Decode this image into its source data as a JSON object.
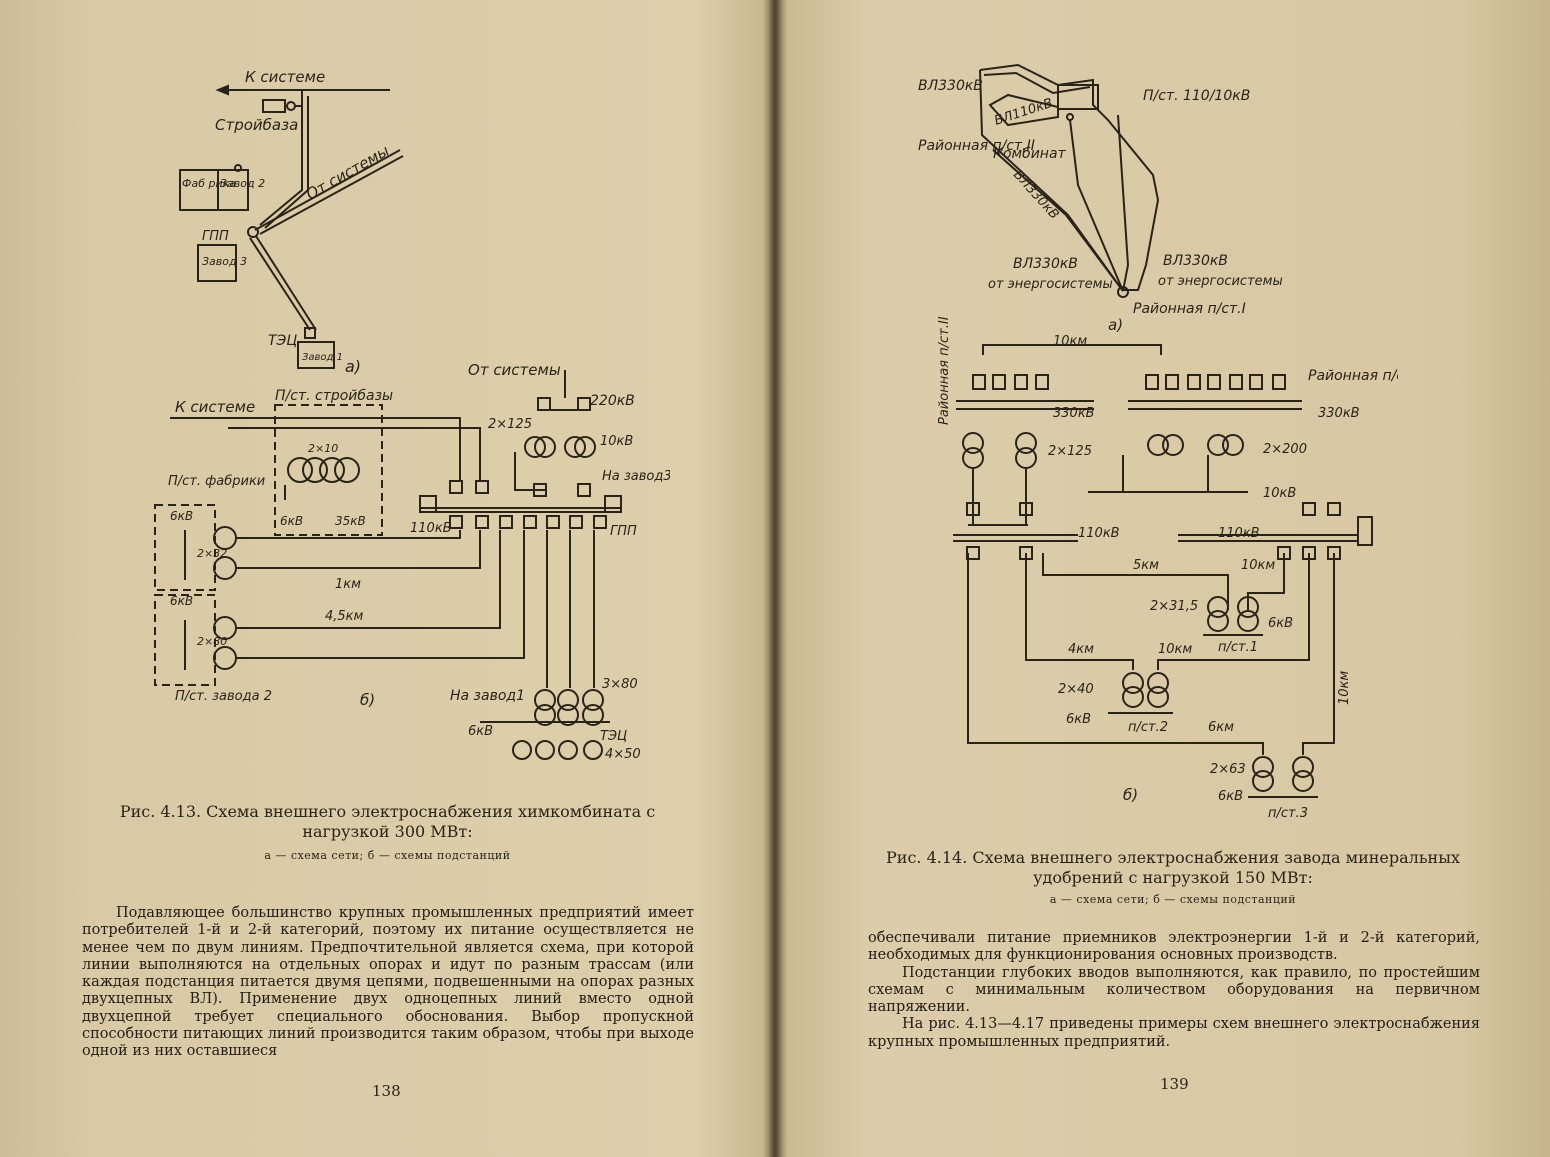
{
  "left_page": {
    "fig413": {
      "a": {
        "k_sisteme": "К системе",
        "stroybaza": "Стройбаза",
        "ot_sistemy": "От системы",
        "fabrika": "Фаб рика",
        "zavod2": "Завод 2",
        "gpp": "ГПП",
        "zavod3": "Завод 3",
        "tec": "ТЭЦ",
        "zavod1": "Завод 1",
        "panel": "а)"
      },
      "b": {
        "ot_sistemy": "От системы",
        "ps_stroybazy": "П/ст. стройбазы",
        "k_sisteme": "К системе",
        "kv220": "220кВ",
        "t2x125": "2×125",
        "kv10": "10кВ",
        "na_zavod3": "На завод3",
        "t2x10": "2×10",
        "kv6_a": "6кВ",
        "kv35": "35кВ",
        "ps_fabriki": "П/ст. фабрики",
        "kv6_b": "6кВ",
        "t2x32": "2×32",
        "kv110": "110кВ",
        "gpp": "ГПП",
        "km1": "1км",
        "kv6_c": "6кВ",
        "km45": "4,5км",
        "t2x80": "2×80",
        "ps_zavoda2": "П/ст. завода 2",
        "panel": "б)",
        "t3x80": "3×80",
        "na_zavod1": "На завод1",
        "kv6_d": "6кВ",
        "tec": "ТЭЦ",
        "g4x50": "4×50"
      }
    },
    "caption": "Рис. 4.13. Схема внешнего электроснабжения химкомбината с нагрузкой 300 МВт:",
    "subcaption": "а — схема сети; б — схемы подстанций",
    "paragraph": "Подавляющее большинство крупных промышленных предприятий имеет потребителей 1-й и 2-й категорий, поэтому их питание осуществляется не менее чем по двум линиям. Предпочтительной является схема, при которой линии выполняются на отдельных опорах и идут по разным трассам (или каждая подстанция питается двумя цепями, подвешенными на опорах разных двухцепных ВЛ). Применение двух одноцепных линий вместо одной двухцепной требует специального обоснования. Выбор пропускной способности питающих линий производится таким образом, чтобы при выходе одной из них оставшиеся",
    "page_number": "138"
  },
  "right_page": {
    "fig414": {
      "a": {
        "vl330_top": "ВЛ330кВ",
        "vl110": "ВЛ110кВ",
        "ps110_10": "П/ст. 110/10кВ",
        "rayon_ps2": "Районная п/ст.II",
        "kombinat": "Комбинат",
        "vl330_diag": "ВЛ330кВ",
        "vl330_left": "ВЛ330кВ",
        "ot_energo_left": "от энергосистемы",
        "vl330_right": "ВЛ330кВ",
        "ot_energo_right": "от энергосистемы",
        "rayon_ps1": "Районная п/ст.I",
        "panel": "а)"
      },
      "b": {
        "km10_top": "10км",
        "rayon_ps2": "Районная п/ст.II",
        "rayon_ps1": "Районная п/ст.I",
        "kv330_a": "330кВ",
        "kv330_b": "330кВ",
        "t2x125": "2×125",
        "t2x200": "2×200",
        "kv10": "10кВ",
        "kv110_a": "110кВ",
        "kv110_b": "110кВ",
        "km5": "5км",
        "km10_mid": "10км",
        "t2x315": "2×31,5",
        "kv6_a": "6кВ",
        "ps1": "п/ст.1",
        "km4": "4км",
        "km10_c": "10км",
        "km10_vert": "10км",
        "t2x40": "2×40",
        "kv6_b": "6кВ",
        "ps2": "п/ст.2",
        "km6": "6км",
        "t2x63": "2×63",
        "panel": "б)",
        "kv6_c": "6кВ",
        "ps3": "п/ст.3"
      }
    },
    "caption": "Рис. 4.14. Схема внешнего электроснабжения завода минеральных удобрений с нагрузкой 150 МВт:",
    "subcaption": "а — схема сети; б — схемы подстанций",
    "paragraph1": "обеспечивали питание приемников электроэнергии 1-й и 2-й категорий, необходимых для функционирования основных производств.",
    "paragraph2": "Подстанции глубоких вводов выполняются, как правило, по простейшим схемам с минимальным количеством оборудования на первичном напряжении.",
    "paragraph3": "На рис. 4.13—4.17 приведены примеры схем внешнего электроснабжения крупных промышленных предприятий.",
    "page_number": "139"
  }
}
